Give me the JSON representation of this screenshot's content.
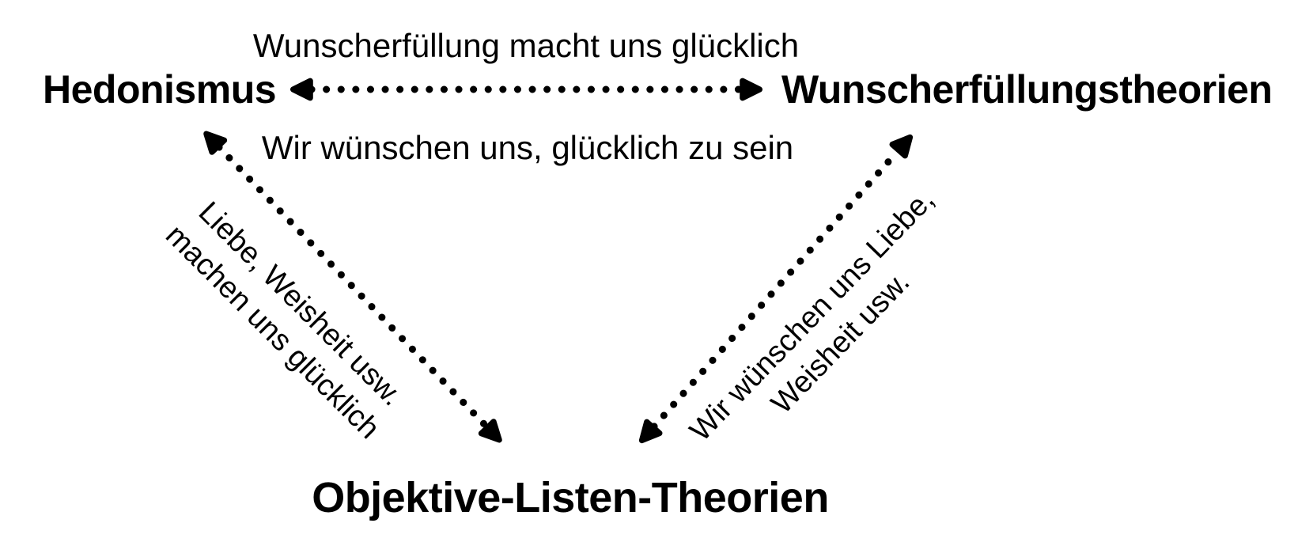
{
  "diagram": {
    "background_color": "#ffffff",
    "ink_color": "#000000",
    "nodes": {
      "hedonismus": "Hedonismus",
      "wunscherfuellungstheorien": "Wunscherfüllungstheorien",
      "objektive_listen_theorien": "Objektive-Listen-Theorien"
    },
    "edges": {
      "hedonismus_wunscherfuellung": {
        "style": "dotted-double-arrow",
        "label_above": "Wunscherfüllung macht uns glücklich",
        "label_below": "Wir wünschen uns, glücklich zu sein"
      },
      "hedonismus_objektive": {
        "style": "dotted-double-arrow",
        "label_line1": "Liebe, Weisheit usw.",
        "label_line2": "machen uns glücklich"
      },
      "wunscherfuellung_objektive": {
        "style": "dotted-double-arrow",
        "label_line1": "Wir wünschen uns Liebe,",
        "label_line2": "Weisheit usw."
      }
    }
  }
}
